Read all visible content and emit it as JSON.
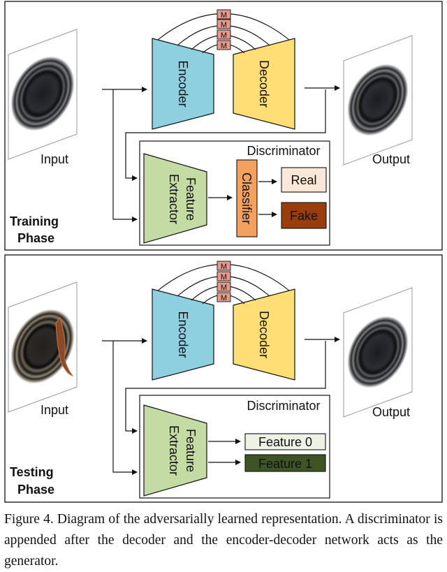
{
  "panels": [
    {
      "phase_label_1": "Training",
      "phase_label_2": "Phase",
      "input_label": "Input",
      "output_label": "Output",
      "encoder_label": "Encoder",
      "decoder_label": "Decoder",
      "memory_label": "M",
      "discriminator_label": "Discriminator",
      "feature_extractor_label_1": "Feature",
      "feature_extractor_label_2": "Extractor",
      "classifier_label": "Classifier",
      "outputs": [
        "Real",
        "Fake"
      ]
    },
    {
      "phase_label_1": "Testing",
      "phase_label_2": "Phase",
      "input_label": "Input",
      "output_label": "Output",
      "encoder_label": "Encoder",
      "decoder_label": "Decoder",
      "memory_label": "M",
      "discriminator_label": "Discriminator",
      "feature_extractor_label_1": "Feature",
      "feature_extractor_label_2": "Extractor",
      "outputs": [
        "Feature 0",
        "Feature 1"
      ]
    }
  ],
  "colors": {
    "encoder": "#8ecfe0",
    "decoder": "#fede75",
    "feature_extractor": "#c5dba4",
    "classifier": "#f2a160",
    "memory": "#e39a8e",
    "real": "#fbe7d8",
    "fake": "#983d0b",
    "feature0": "#eef2e4",
    "feature1": "#3f5424"
  },
  "caption": "Figure 4. Diagram of the adversarially learned representation. A discriminator is appended after the decoder and the encoder-decoder network acts as the generator."
}
